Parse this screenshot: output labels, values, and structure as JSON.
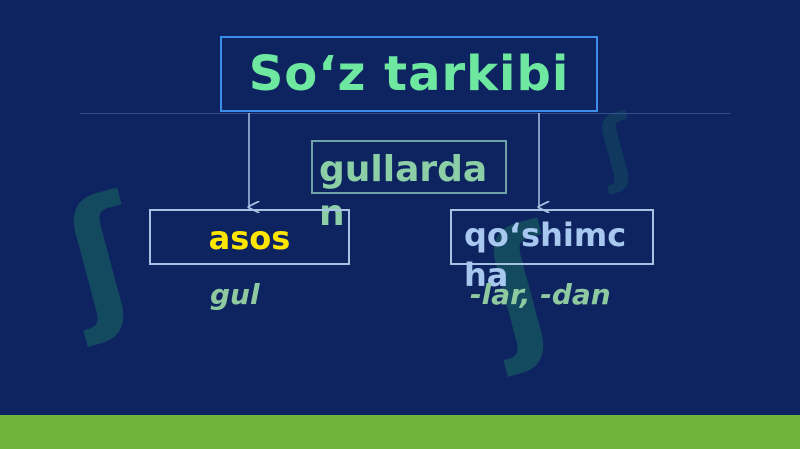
{
  "title": "So‘z tarkibi",
  "word": "gullardan",
  "nodes": {
    "left": {
      "label": "asos",
      "example": "gul"
    },
    "right": {
      "label": "qo‘shimcha",
      "example": "-lar, -dan"
    }
  },
  "colors": {
    "background": "#0d2461",
    "title_text": "#6ee8a0",
    "title_border": "#3d8ee8",
    "asos_text": "#ffe600",
    "bottom_bar": "#6fb43b"
  }
}
